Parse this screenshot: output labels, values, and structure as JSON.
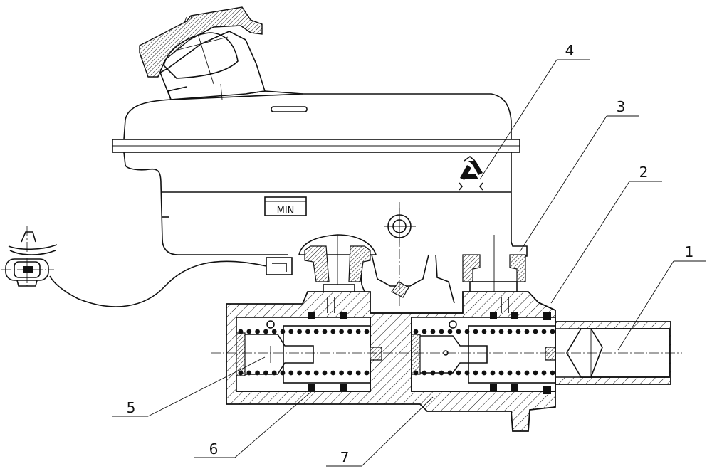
{
  "labels": {
    "l1": "1",
    "l2": "2",
    "l3": "3",
    "l4": "4",
    "l5": "5",
    "l6": "6",
    "l7": "7"
  },
  "reservoir_marking": "MIN",
  "colors": {
    "line": "#111111",
    "background": "#ffffff"
  },
  "icons": [
    "recycle-icon",
    "connector-plug-icon"
  ]
}
